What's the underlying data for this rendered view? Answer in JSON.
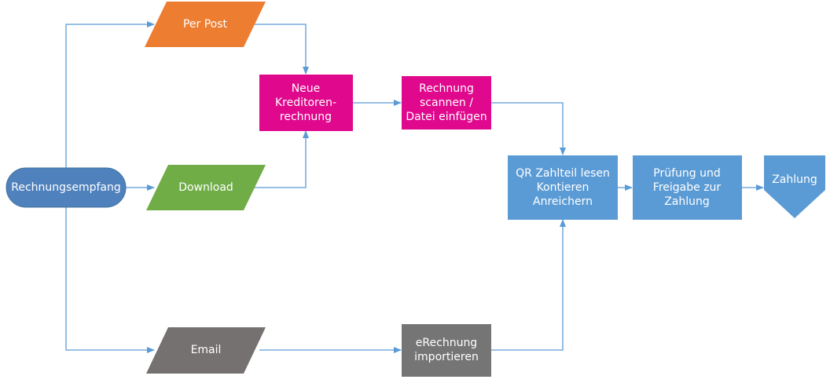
{
  "colors": {
    "connector": "#5b9bd5",
    "terminal": "#4f81bd",
    "per_post": "#ed7d31",
    "download": "#70ad47",
    "email": "#767171",
    "magenta": "#e0088c",
    "process_blue": "#5b9bd5",
    "gray_process": "#757575"
  },
  "nodes": {
    "rechnungsempfang": {
      "lines": [
        "Rechnungsempfang"
      ]
    },
    "per_post": {
      "lines": [
        "Per Post"
      ]
    },
    "download": {
      "lines": [
        "Download"
      ]
    },
    "email": {
      "lines": [
        "Email"
      ]
    },
    "neue_kreditorenrechnung": {
      "lines": [
        "Neue",
        "Kreditoren-",
        "rechnung"
      ]
    },
    "rechnung_scannen": {
      "lines": [
        "Rechnung",
        "scannen /",
        "Datei einfügen"
      ]
    },
    "erechnung_importieren": {
      "lines": [
        "eRechnung",
        "importieren"
      ]
    },
    "qr_zahlteil": {
      "lines": [
        "QR Zahlteil lesen",
        "Kontieren",
        "Anreichern"
      ]
    },
    "pruefung_freigabe": {
      "lines": [
        "Prüfung und",
        "Freigabe zur",
        "Zahlung"
      ]
    },
    "zahlung": {
      "lines": [
        "Zahlung"
      ]
    }
  }
}
